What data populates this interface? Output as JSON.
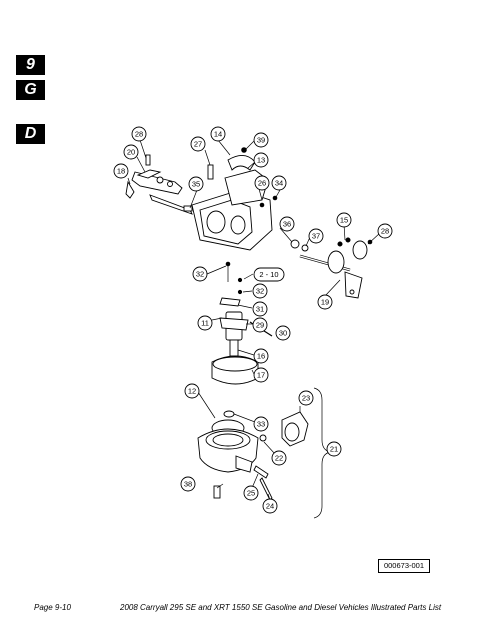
{
  "tabs": {
    "section_number": "9",
    "section_letter": "G",
    "sub_letter": "D"
  },
  "figure_id": "000673-001",
  "footer": {
    "page": "Page 9-10",
    "title": "2008 Carryall 295 SE and XRT 1550 SE Gasoline and Diesel Vehicles Illustrated Parts List"
  },
  "callouts": {
    "c28a": "28",
    "c14": "14",
    "c39": "39",
    "c27": "27",
    "c20": "20",
    "c13": "13",
    "c18": "18",
    "c35": "35",
    "c26": "26",
    "c34": "34",
    "c36": "36",
    "c15": "15",
    "c37": "37",
    "c28b": "28",
    "c32a": "32",
    "c2_10": "2 - 10",
    "c32b": "32",
    "c19": "19",
    "c31": "31",
    "c11": "11",
    "c29": "29",
    "c30": "30",
    "c16": "16",
    "c17": "17",
    "c12": "12",
    "c33": "33",
    "c23": "23",
    "c21": "21",
    "c22": "22",
    "c38": "38",
    "c25": "25",
    "c24": "24"
  }
}
